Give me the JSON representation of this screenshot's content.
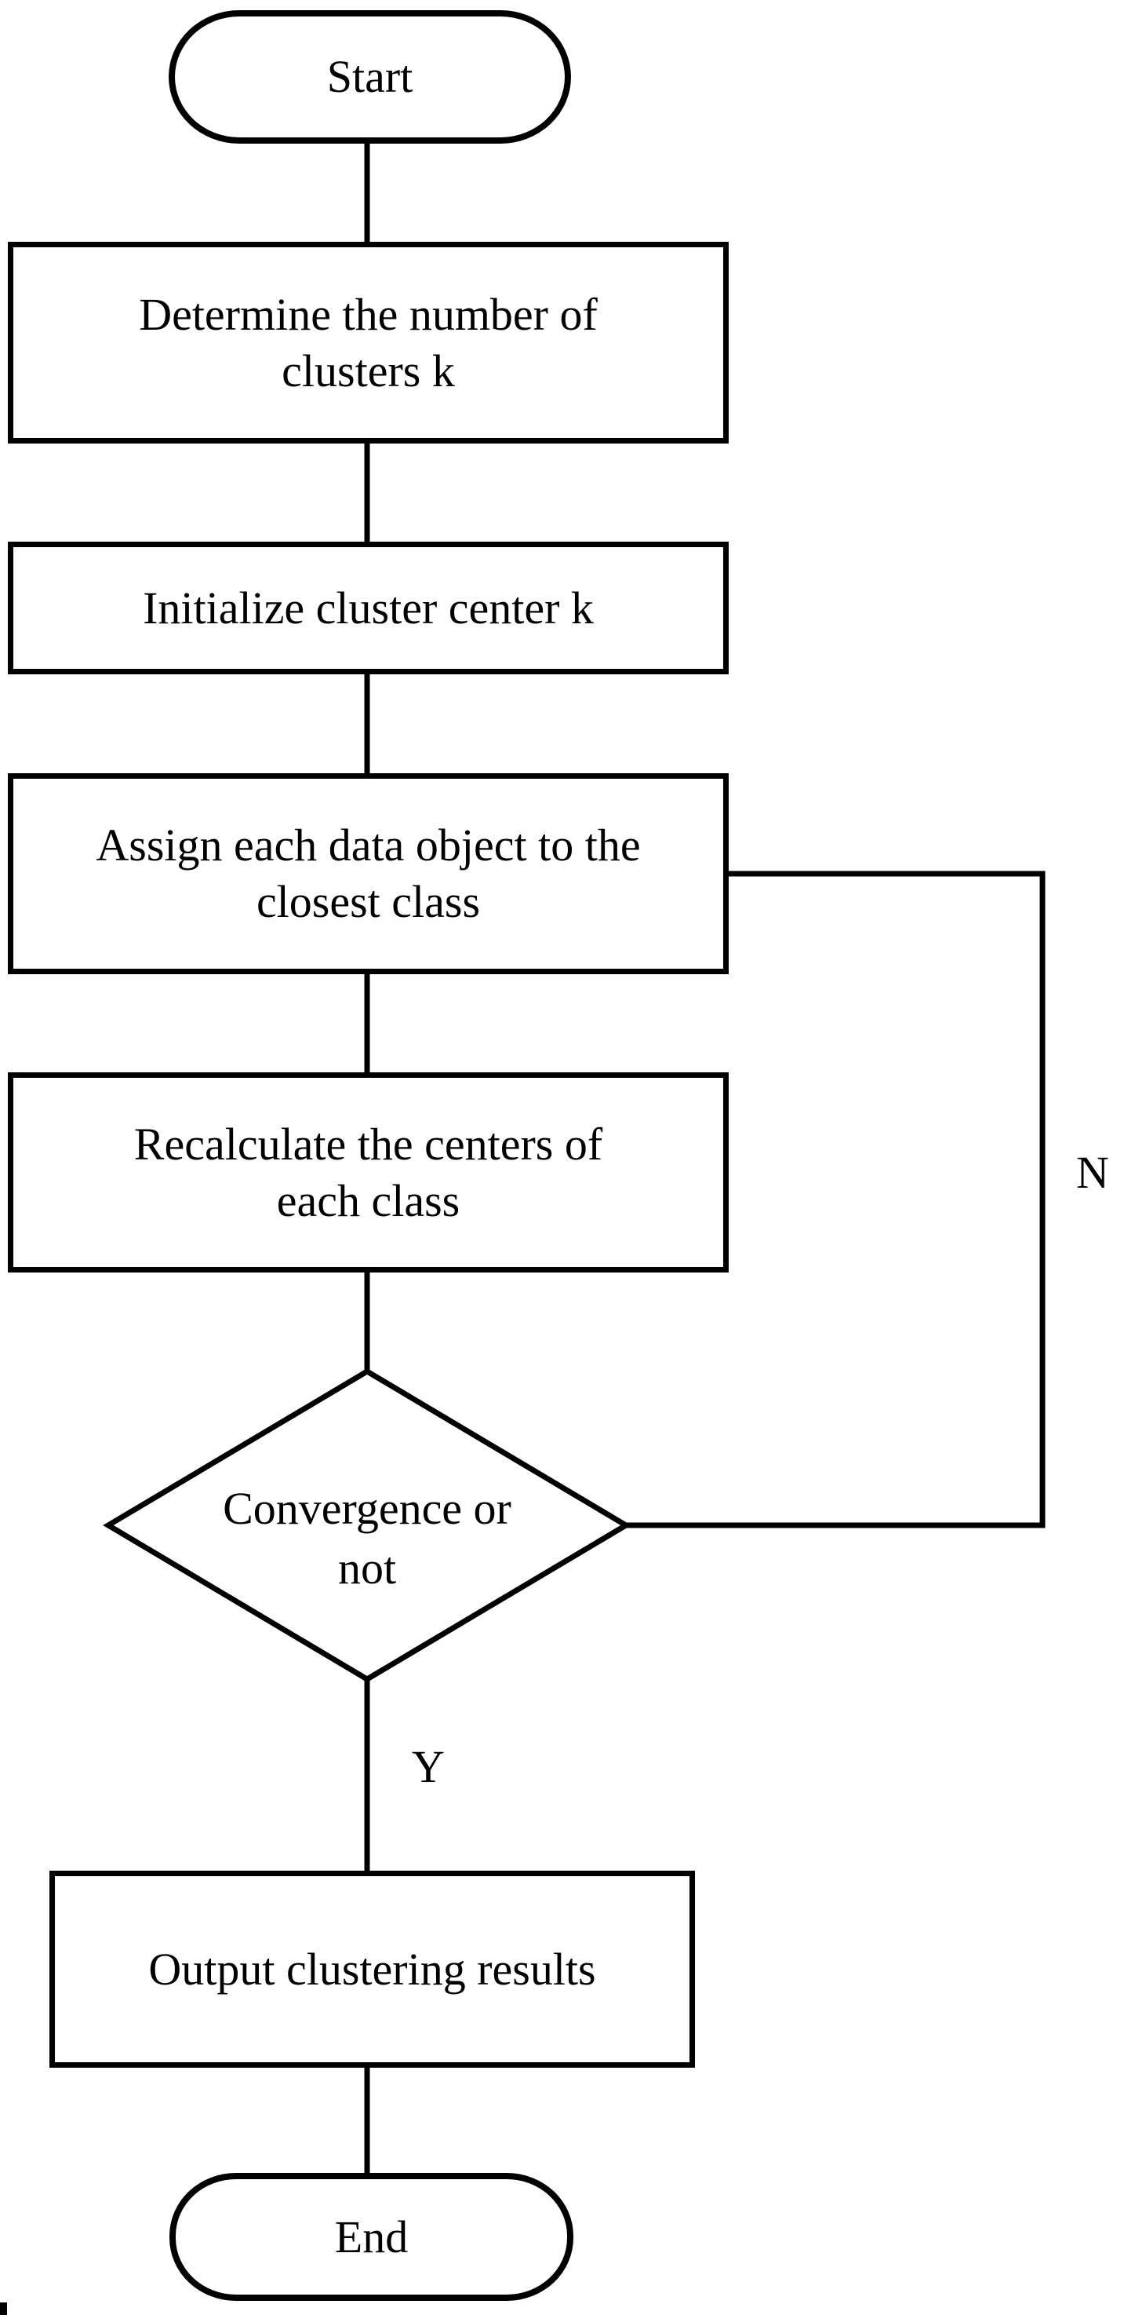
{
  "nodes": {
    "start": {
      "type": "terminator",
      "lines": [
        "Start"
      ]
    },
    "determine_k": {
      "type": "process",
      "lines": [
        "Determine the number of",
        "clusters k"
      ]
    },
    "initialize_centers": {
      "type": "process",
      "lines": [
        "Initialize cluster center k"
      ]
    },
    "assign_objects": {
      "type": "process",
      "lines": [
        "Assign each data object to the",
        "closest class"
      ]
    },
    "recalculate_centers": {
      "type": "process",
      "lines": [
        "Recalculate the centers of",
        "each class"
      ]
    },
    "convergence": {
      "type": "decision",
      "lines": [
        "Convergence or",
        "not"
      ]
    },
    "output_results": {
      "type": "process",
      "lines": [
        "Output clustering results"
      ]
    },
    "end": {
      "type": "terminator",
      "lines": [
        "End"
      ]
    }
  },
  "edge_labels": {
    "no": "N",
    "yes": "Y"
  },
  "colors": {
    "stroke": "#000000",
    "background": "#ffffff",
    "text": "#000000"
  }
}
